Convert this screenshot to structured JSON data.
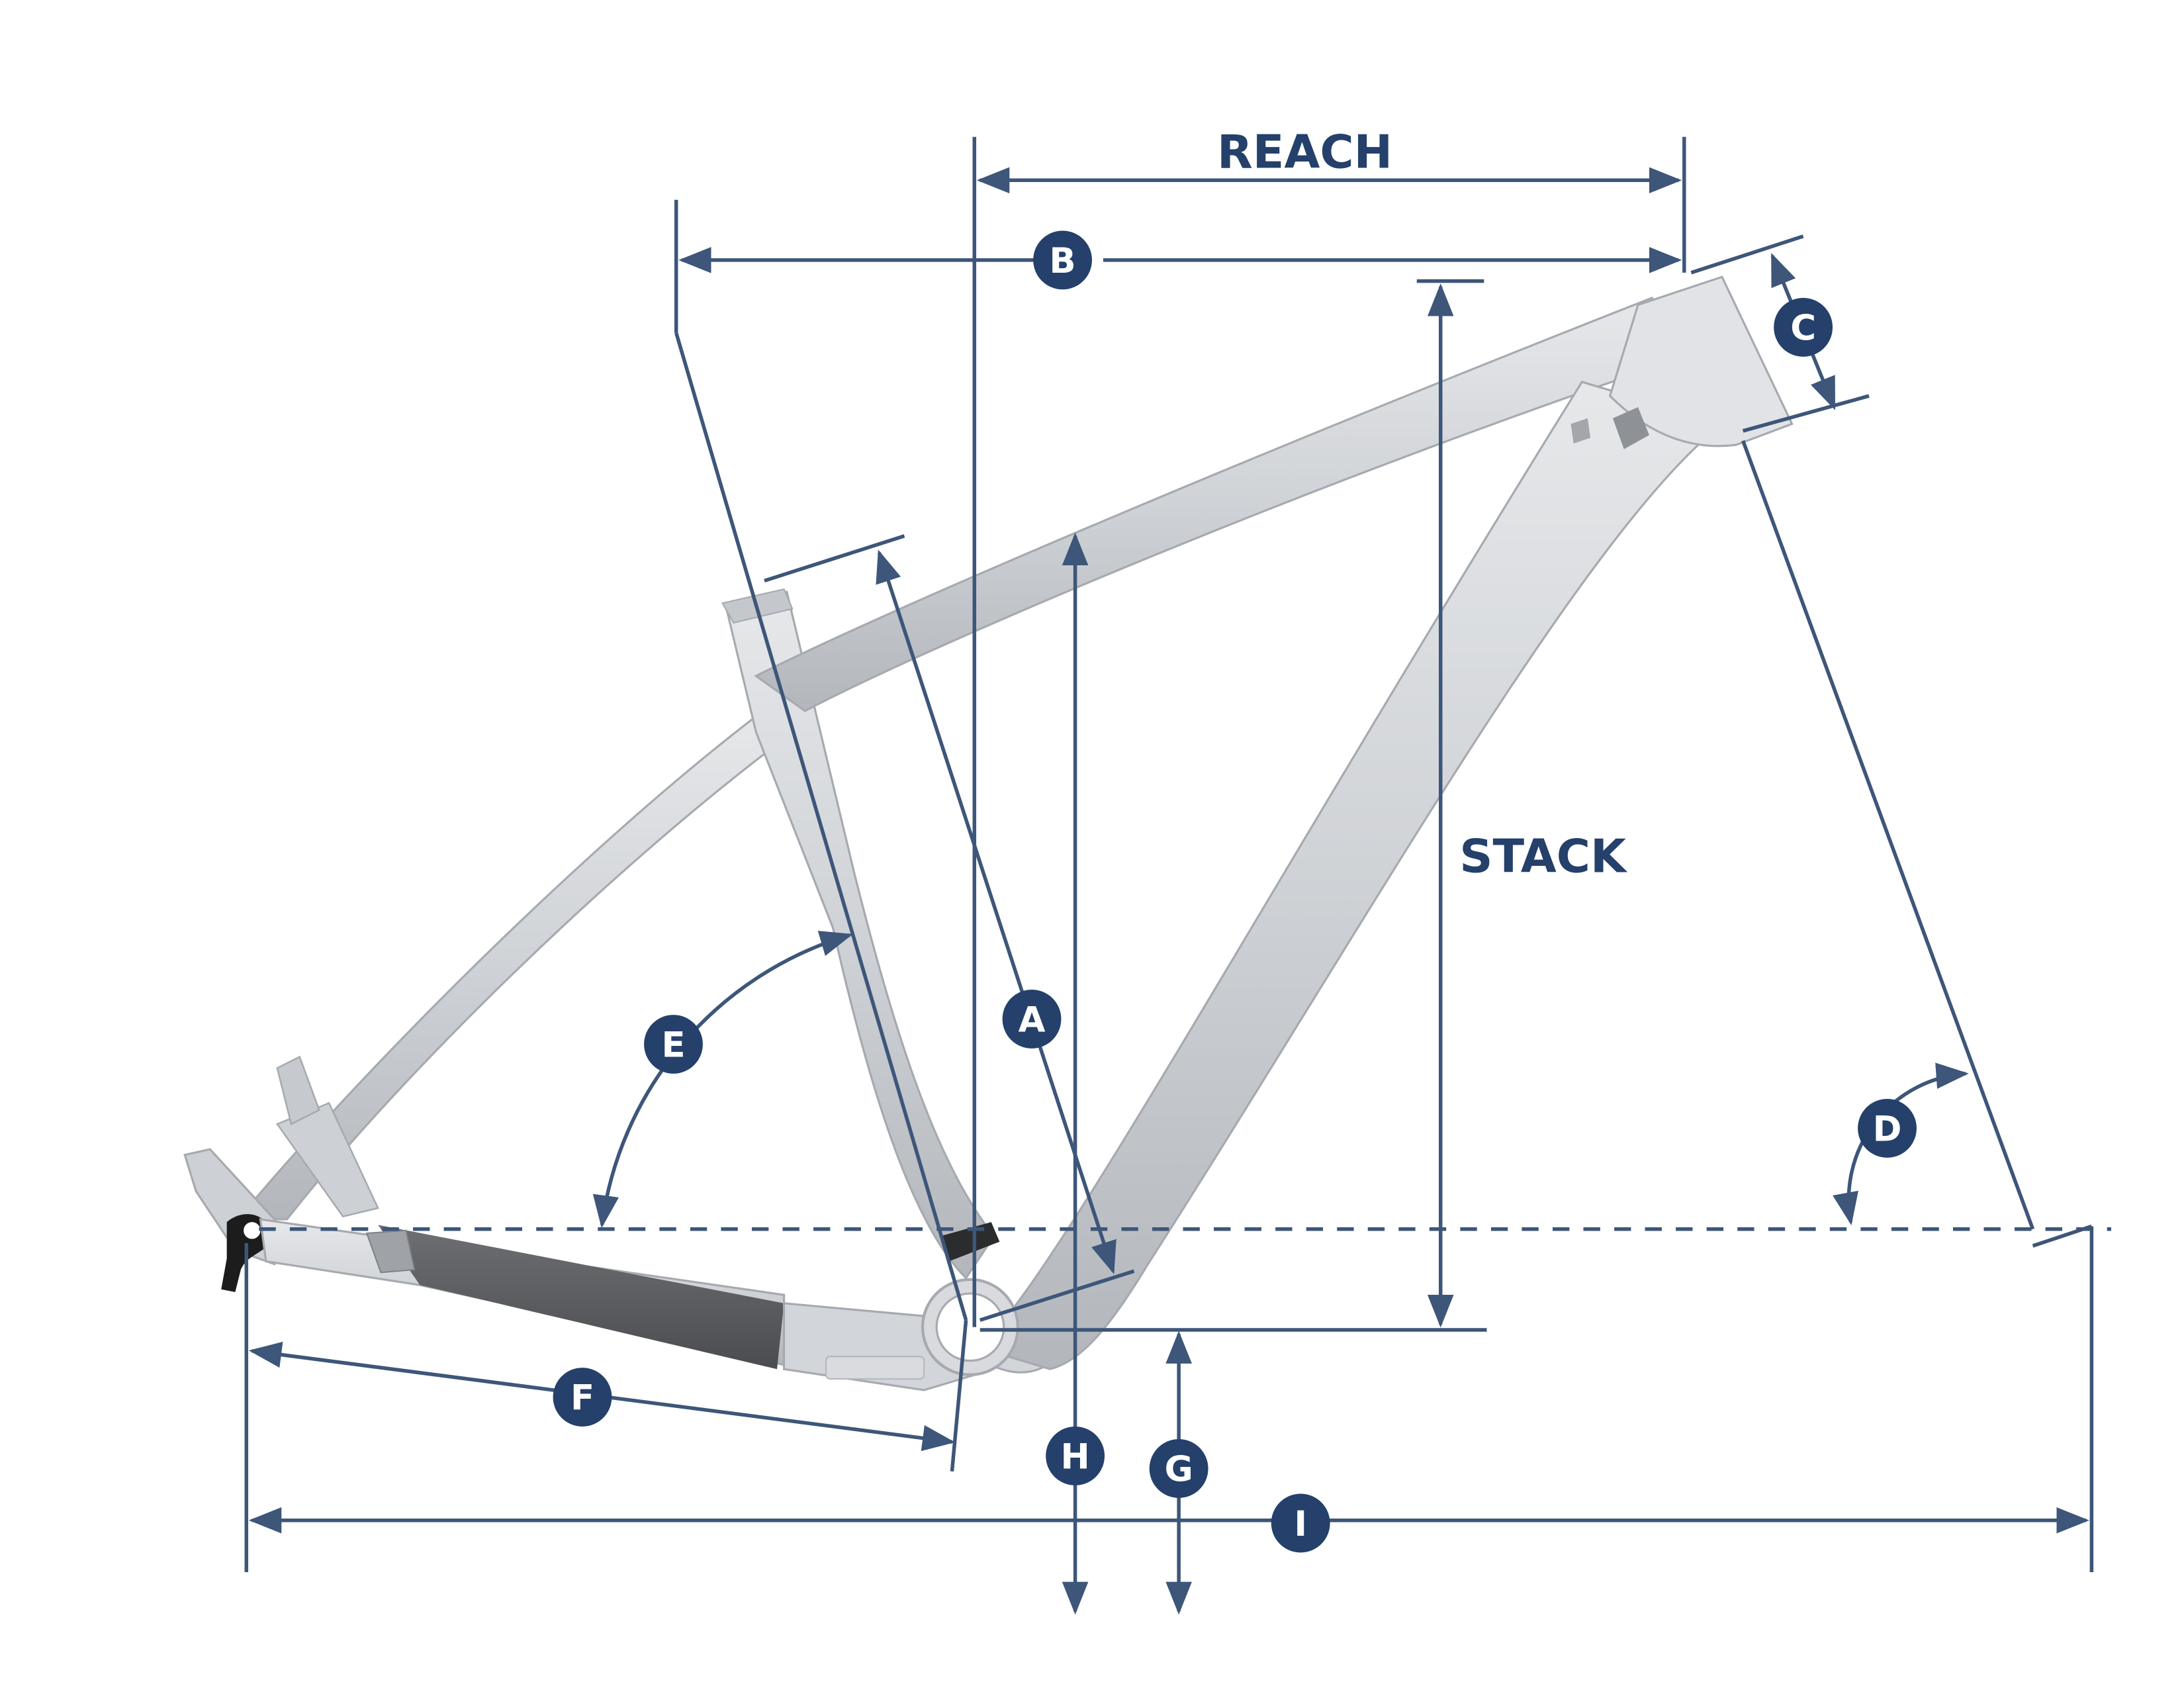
{
  "labels": {
    "reach": "REACH",
    "stack": "STACK"
  },
  "badges": {
    "a": "A",
    "b": "B",
    "c": "C",
    "d": "D",
    "e": "E",
    "f": "F",
    "g": "G",
    "h": "H",
    "i": "I"
  },
  "colors": {
    "accent": "#24406b",
    "line": "#3d5679",
    "frame_light": "#d5d7da",
    "frame_mid": "#b9bcc1",
    "frame_dark": "#5d5f63",
    "dropout": "#1c1c1c"
  }
}
